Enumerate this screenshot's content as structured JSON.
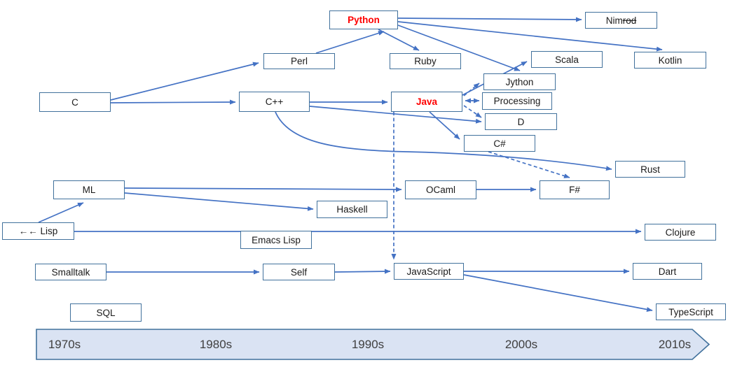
{
  "nodes": {
    "c": {
      "label": "C"
    },
    "cpp": {
      "label": "C++"
    },
    "java": {
      "label": "Java",
      "highlight": true
    },
    "python": {
      "label": "Python",
      "highlight": true
    },
    "perl": {
      "label": "Perl"
    },
    "ruby": {
      "label": "Ruby"
    },
    "nimrod": {
      "label_plain": "Nim",
      "label_struck": "rod"
    },
    "scala": {
      "label": "Scala"
    },
    "kotlin": {
      "label": "Kotlin"
    },
    "jython": {
      "label": "Jython"
    },
    "processing": {
      "label": "Processing"
    },
    "d": {
      "label": "D"
    },
    "csharp": {
      "label": "C#"
    },
    "rust": {
      "label": "Rust"
    },
    "ml": {
      "label": "ML"
    },
    "ocaml": {
      "label": "OCaml"
    },
    "fsharp": {
      "label": "F#"
    },
    "haskell": {
      "label": "Haskell"
    },
    "lisp": {
      "label": "←← Lisp"
    },
    "emacs_lisp": {
      "label": "Emacs Lisp"
    },
    "clojure": {
      "label": "Clojure"
    },
    "smalltalk": {
      "label": "Smalltalk"
    },
    "self": {
      "label": "Self"
    },
    "javascript": {
      "label": "JavaScript"
    },
    "dart": {
      "label": "Dart"
    },
    "typescript": {
      "label": "TypeScript"
    },
    "sql": {
      "label": "SQL"
    }
  },
  "edges": [
    {
      "from": "C",
      "to": "Perl",
      "style": "solid"
    },
    {
      "from": "C",
      "to": "C++",
      "style": "solid"
    },
    {
      "from": "Perl",
      "to": "Python",
      "style": "solid"
    },
    {
      "from": "Python",
      "to": "Ruby",
      "style": "solid"
    },
    {
      "from": "Python",
      "to": "Nimrod",
      "style": "solid"
    },
    {
      "from": "Python",
      "to": "Kotlin",
      "style": "solid"
    },
    {
      "from": "Python",
      "to": "Jython",
      "style": "solid"
    },
    {
      "from": "C++",
      "to": "Java",
      "style": "solid"
    },
    {
      "from": "C++",
      "to": "D",
      "style": "solid"
    },
    {
      "from": "C++",
      "to": "Rust",
      "style": "solid"
    },
    {
      "from": "Java",
      "to": "Scala",
      "style": "solid"
    },
    {
      "from": "Java",
      "to": "Processing",
      "style": "solid",
      "bidirectional": true
    },
    {
      "from": "Java",
      "to": "Jython",
      "style": "dashed"
    },
    {
      "from": "Java",
      "to": "D",
      "style": "dashed"
    },
    {
      "from": "Java",
      "to": "C#",
      "style": "solid"
    },
    {
      "from": "Java",
      "to": "JavaScript",
      "style": "dashed"
    },
    {
      "from": "C#",
      "to": "F#",
      "style": "dashed"
    },
    {
      "from": "Lisp",
      "to": "ML",
      "style": "solid"
    },
    {
      "from": "ML",
      "to": "OCaml",
      "style": "solid"
    },
    {
      "from": "ML",
      "to": "Haskell",
      "style": "solid"
    },
    {
      "from": "OCaml",
      "to": "F#",
      "style": "solid"
    },
    {
      "from": "Lisp",
      "to": "Clojure",
      "style": "solid"
    },
    {
      "from": "Smalltalk",
      "to": "Self",
      "style": "solid"
    },
    {
      "from": "Self",
      "to": "JavaScript",
      "style": "solid"
    },
    {
      "from": "JavaScript",
      "to": "Dart",
      "style": "solid"
    },
    {
      "from": "JavaScript",
      "to": "TypeScript",
      "style": "solid"
    }
  ],
  "timeline": {
    "decades": [
      "1970s",
      "1980s",
      "1990s",
      "2000s",
      "2010s"
    ]
  },
  "colors": {
    "arrow": "#4472C4",
    "box_border": "#41719C",
    "highlight_text": "#FF0000",
    "timeline_fill": "#DAE3F3",
    "text": "#1A1A1A",
    "decade_text": "#3F3F3F"
  }
}
